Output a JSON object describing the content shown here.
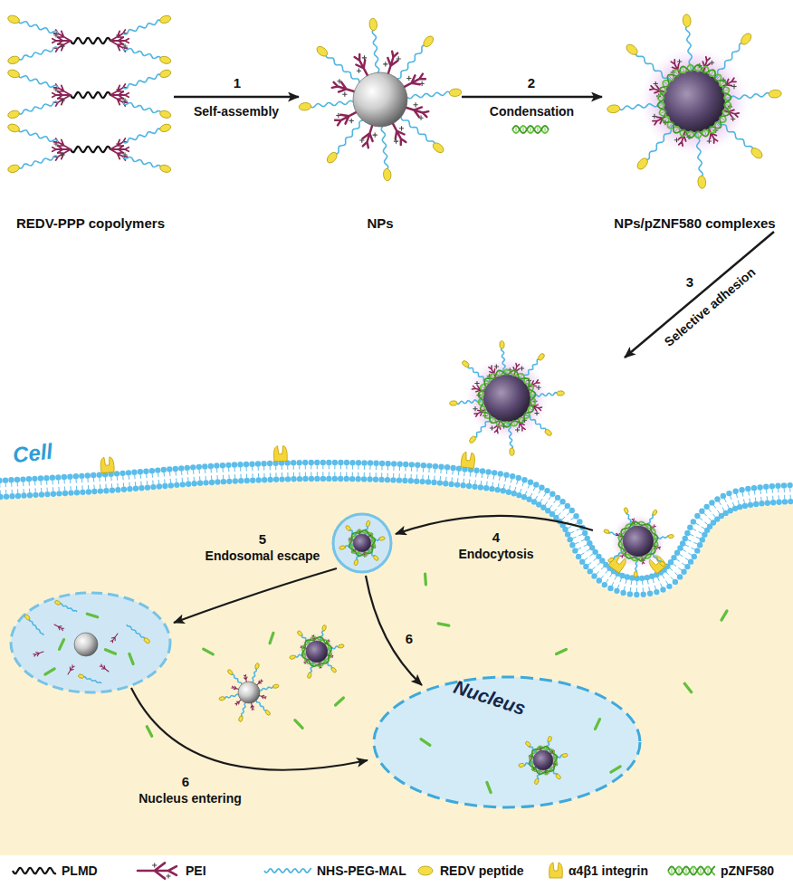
{
  "diagram": {
    "nodes": [
      {
        "text": [
          "REDV-PPP copolymers"
        ]
      },
      {
        "text": [
          "NPs"
        ]
      },
      {
        "text": [
          "NPs/pZNF580 complexes"
        ]
      },
      {
        "text": [
          "Cell"
        ]
      },
      {
        "text": [
          "Nucleus"
        ],
        "in": 3
      }
    ],
    "edges": [
      {
        "from": 0,
        "to": 1,
        "label": "Self-assembly",
        "arrow": "to"
      },
      {
        "from": 1,
        "to": 2,
        "label": "Condensation",
        "arrow": "to"
      },
      {
        "from": 2,
        "to": 3,
        "label": "Selective adhesion",
        "arrow": "to"
      }
    ],
    "labels": [
      "1",
      "2",
      "3",
      "4",
      "Endocytosis",
      "5",
      "Endosomal escape",
      "6",
      "6",
      "Nucleus entering"
    ],
    "legend": [
      {
        "text": "PLMD"
      },
      {
        "text": "PEI"
      },
      {
        "text": "NHS-PEG-MAL"
      },
      {
        "text": "REDV peptide"
      },
      {
        "text": "α4β1 integrin"
      },
      {
        "text": "pZNF580"
      }
    ]
  }
}
